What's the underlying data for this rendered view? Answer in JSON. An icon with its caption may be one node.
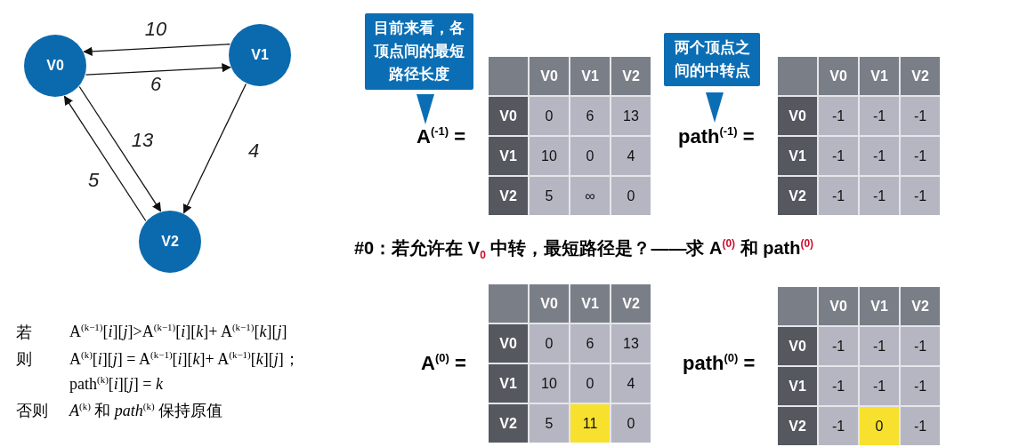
{
  "diagram": {
    "nodes": [
      {
        "text": [
          "V0"
        ]
      },
      {
        "text": [
          "V1"
        ]
      },
      {
        "text": [
          "V2"
        ]
      },
      {
        "text": [
          "目前来看，各顶点间的最短路径长度"
        ]
      },
      {
        "text": [
          "两个顶点之间的中转点"
        ]
      }
    ],
    "edges": [
      {
        "from": 1,
        "to": 0,
        "arrow": "to",
        "label": "10"
      },
      {
        "from": 0,
        "to": 1,
        "arrow": "to",
        "label": "6"
      },
      {
        "from": 0,
        "to": 2,
        "arrow": "to",
        "label": "13"
      },
      {
        "from": 2,
        "to": 0,
        "arrow": "to",
        "label": "5"
      },
      {
        "from": 1,
        "to": 2,
        "arrow": "to",
        "label": "4"
      }
    ],
    "labels": [
      "A$^{(-1)}$ =",
      "V0",
      "V1",
      "V2",
      "V0",
      "0",
      "6",
      "13",
      "V1",
      "10",
      "0",
      "4",
      "V2",
      "5",
      "∞",
      "0",
      "path$^{(-1)}$ =",
      "V0",
      "V1",
      "V2",
      "V0",
      "-1",
      "-1",
      "-1",
      "V1",
      "-1",
      "-1",
      "-1",
      "V2",
      "-1",
      "-1",
      "-1",
      "#0：若允许在 V$_{0}$ 中转，最短路径是？——求 A$^{(0)}$ 和 path$^{(0)}$",
      "A$^{(0)}$ =",
      "V0",
      "V1",
      "V2",
      "V0",
      "0",
      "6",
      "13",
      "V1",
      "10",
      "0",
      "4",
      "V2",
      "5",
      "11",
      "0",
      "path$^{(0)}$ =",
      "V0",
      "V1",
      "V2",
      "V0",
      "-1",
      "-1",
      "-1",
      "V1",
      "-1",
      "-1",
      "-1",
      "V2",
      "-1",
      "0",
      "-1",
      "若",
      "A$^{(k−1)}$[*i*][*j*]>A$^{(k−1)}$[*i*][*k*]+ A$^{(k−1)}$[*k*][*j*]",
      "则",
      "A$^{(k)}$[*i*][*j*] = A$^{(k−1)}$[*i*][*k*]+ A$^{(k−1)}$[*k*][*j*]；",
      "path$^{(k)}$[*i*][*j*] = *k*",
      "否则",
      "*A*$^{(k)}$ 和 *path*$^{(k)}$ 保持原值"
    ]
  }
}
